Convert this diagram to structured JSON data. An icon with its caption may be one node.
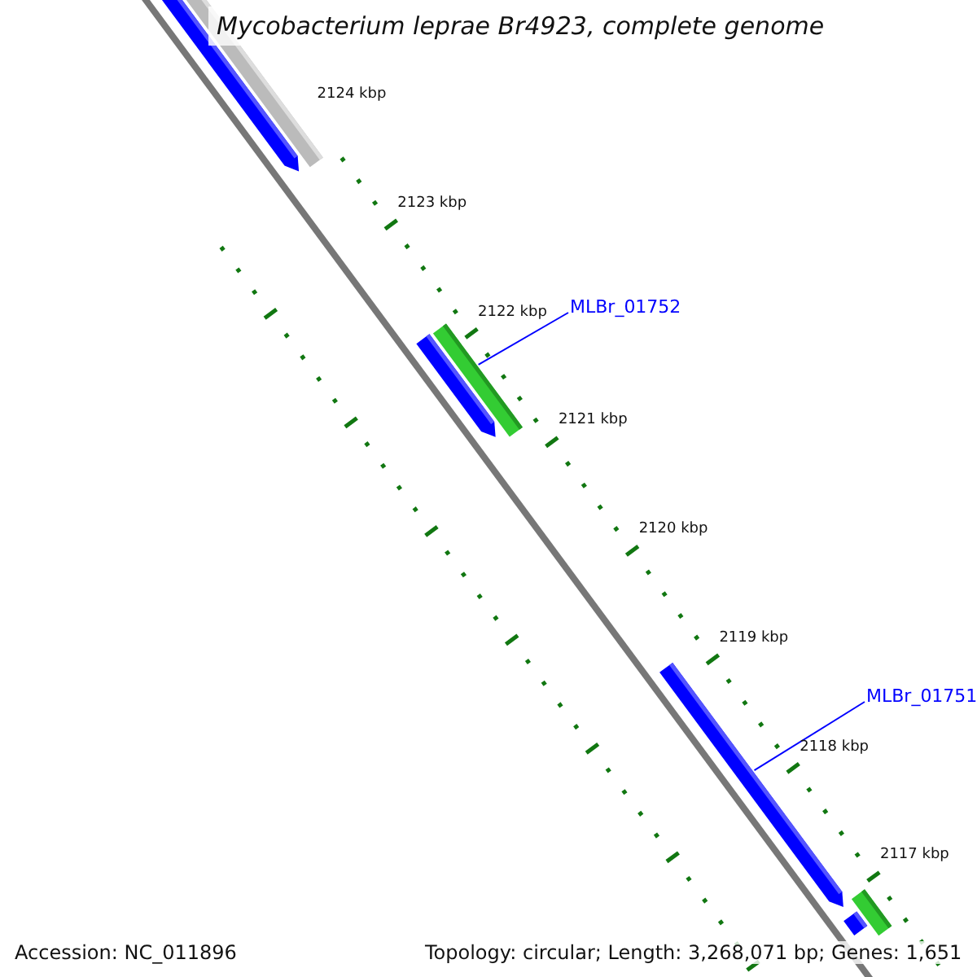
{
  "diagram": {
    "title": "Mycobacterium leprae Br4923, complete genome",
    "nodes": [
      {
        "text": [],
        "shape": "arrow"
      },
      {
        "text": [],
        "shape": "bar"
      },
      {
        "text": [
          "MLBr_01752"
        ]
      },
      {
        "text": [],
        "shape": "arrow"
      },
      {
        "text": [],
        "shape": "bar"
      },
      {
        "text": [
          "MLBr_01751"
        ]
      },
      {
        "text": [],
        "shape": "arrow"
      },
      {
        "text": [],
        "shape": "bar"
      },
      {
        "text": [],
        "shape": "bar"
      }
    ],
    "edges": [
      {
        "from": 2,
        "to": 4,
        "arrow": "none"
      },
      {
        "from": 5,
        "to": 6,
        "arrow": "none"
      }
    ],
    "labels": [
      "2124 kbp",
      "2123 kbp",
      "2122 kbp",
      "2121 kbp",
      "2120 kbp",
      "2119 kbp",
      "2118 kbp",
      "2117 kbp",
      "Accession: NC_011896",
      "Topology: circular; Length: 3,268,071 bp; Genes: 1,651"
    ]
  }
}
